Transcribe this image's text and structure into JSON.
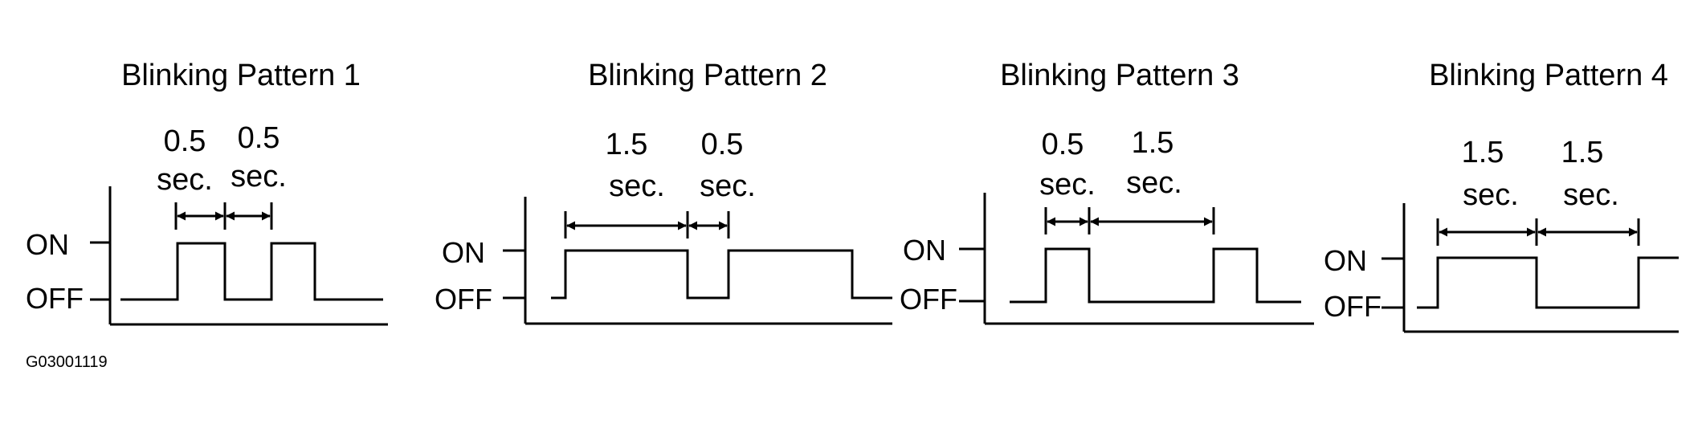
{
  "diagram_code": "G03001119",
  "level_labels": {
    "on": "ON",
    "off": "OFF"
  },
  "patterns": [
    {
      "title": "Blinking Pattern 1",
      "intervals": [
        {
          "value": "0.5",
          "unit": "sec."
        },
        {
          "value": "0.5",
          "unit": "sec."
        }
      ]
    },
    {
      "title": "Blinking Pattern 2",
      "intervals": [
        {
          "value": "1.5",
          "unit": "sec."
        },
        {
          "value": "0.5",
          "unit": "sec."
        }
      ]
    },
    {
      "title": "Blinking Pattern 3",
      "intervals": [
        {
          "value": "0.5",
          "unit": "sec."
        },
        {
          "value": "1.5",
          "unit": "sec."
        }
      ]
    },
    {
      "title": "Blinking Pattern 4",
      "intervals": [
        {
          "value": "1.5",
          "unit": "sec."
        },
        {
          "value": "1.5",
          "unit": "sec."
        }
      ]
    }
  ]
}
